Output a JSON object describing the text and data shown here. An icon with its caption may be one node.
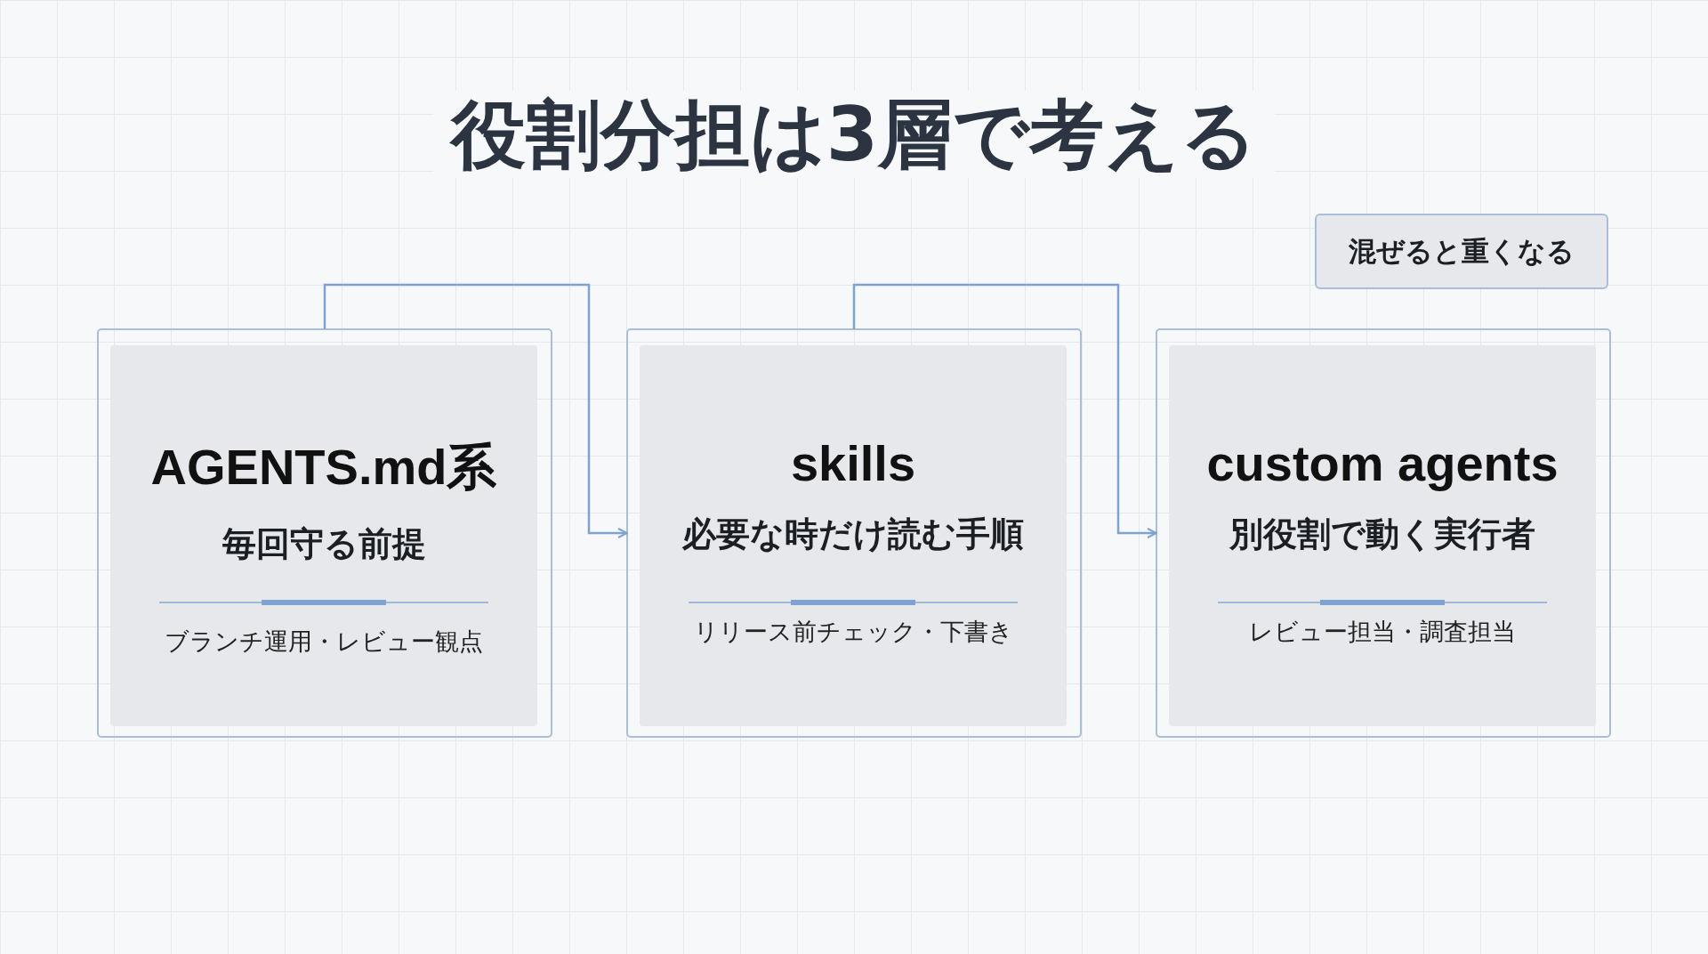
{
  "diagram": {
    "title": "役割分担は3層で考える",
    "nodes": [
      {
        "text": [
          "AGENTS.md系",
          "毎回守る前提",
          "ブランチ運用・レビュー観点"
        ]
      },
      {
        "text": [
          "skills",
          "必要な時だけ読む手順",
          "リリース前チェック・下書き"
        ]
      },
      {
        "text": [
          "custom agents",
          "別役割で動く実行者",
          "レビュー担当・調査担当"
        ]
      },
      {
        "text": [
          "混ぜると重くなる"
        ]
      }
    ],
    "edges": [
      {
        "from": 0,
        "to": 1,
        "arrow": "to"
      },
      {
        "from": 1,
        "to": 2,
        "arrow": "to"
      }
    ]
  }
}
